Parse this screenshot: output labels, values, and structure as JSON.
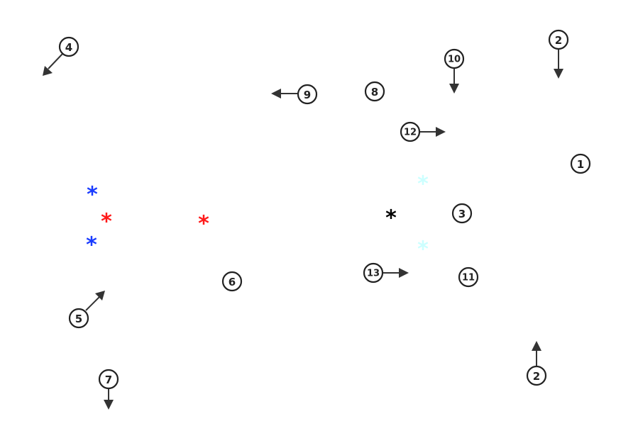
{
  "markers": [
    {
      "id": "marker-1",
      "label": "1"
    },
    {
      "id": "marker-2-top",
      "label": "2",
      "arrow": "down"
    },
    {
      "id": "marker-2-bottom",
      "label": "2",
      "arrow": "up"
    },
    {
      "id": "marker-3",
      "label": "3"
    },
    {
      "id": "marker-4",
      "label": "4",
      "arrow": "down-left"
    },
    {
      "id": "marker-5",
      "label": "5",
      "arrow": "up-right"
    },
    {
      "id": "marker-6",
      "label": "6"
    },
    {
      "id": "marker-7",
      "label": "7",
      "arrow": "down"
    },
    {
      "id": "marker-8",
      "label": "8"
    },
    {
      "id": "marker-9",
      "label": "9",
      "arrow": "left"
    },
    {
      "id": "marker-10",
      "label": "10",
      "arrow": "down"
    },
    {
      "id": "marker-11",
      "label": "11"
    },
    {
      "id": "marker-12",
      "label": "12",
      "arrow": "right"
    },
    {
      "id": "marker-13",
      "label": "13",
      "arrow": "right"
    }
  ],
  "stars": [
    {
      "id": "star-blue-top",
      "symbol": "*",
      "color": "#1a3cff"
    },
    {
      "id": "star-blue-bottom",
      "symbol": "*",
      "color": "#1a3cff"
    },
    {
      "id": "star-red-left",
      "symbol": "*",
      "color": "#ff1a1a"
    },
    {
      "id": "star-red-right",
      "symbol": "*",
      "color": "#ff1a1a"
    },
    {
      "id": "star-black",
      "symbol": "*",
      "color": "#000000"
    },
    {
      "id": "star-cyan-top",
      "symbol": "*",
      "color": "#ccffff"
    },
    {
      "id": "star-cyan-bottom",
      "symbol": "*",
      "color": "#ccffff"
    }
  ]
}
